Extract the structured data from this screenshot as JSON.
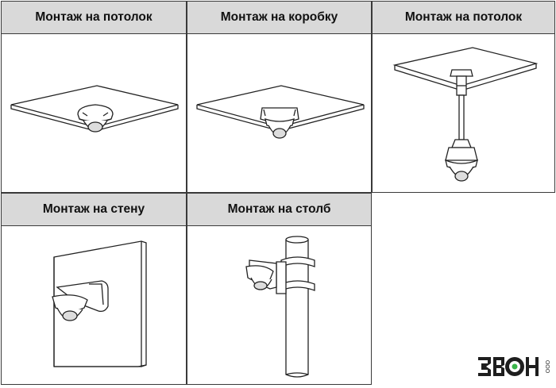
{
  "panels": [
    {
      "title": "Монтаж на потолок"
    },
    {
      "title": "Монтаж на коробку"
    },
    {
      "title": "Монтаж на потолок"
    },
    {
      "title": "Монтаж на стену"
    },
    {
      "title": "Монтаж на столб"
    }
  ],
  "logo": {
    "text": "ЗВОН",
    "subtext": "ООО"
  }
}
